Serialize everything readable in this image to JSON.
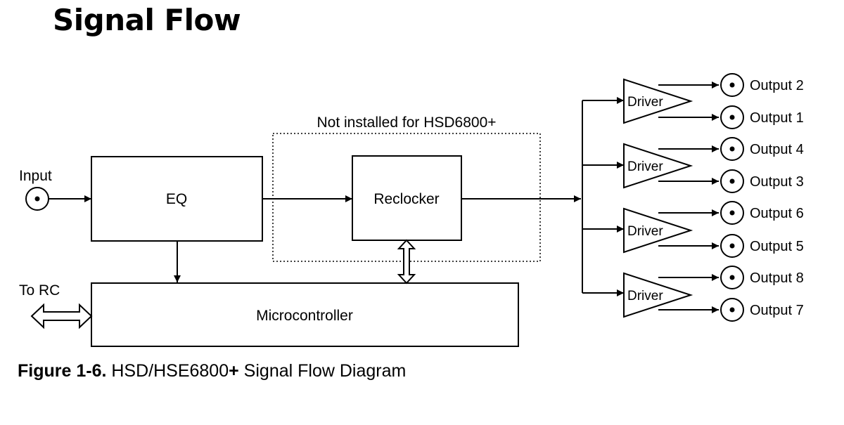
{
  "title": "Signal Flow",
  "blocks": {
    "input_label": "Input",
    "eq": "EQ",
    "reclocker": "Reclocker",
    "not_installed_note": "Not installed for HSD6800+",
    "microcontroller": "Microcontroller",
    "to_rc": "To RC"
  },
  "drivers": [
    {
      "label": "Driver",
      "outputs": [
        "Output 2",
        "Output 1"
      ]
    },
    {
      "label": "Driver",
      "outputs": [
        "Output 4",
        "Output 3"
      ]
    },
    {
      "label": "Driver",
      "outputs": [
        "Output 6",
        "Output 5"
      ]
    },
    {
      "label": "Driver",
      "outputs": [
        "Output 8",
        "Output 7"
      ]
    }
  ],
  "caption": {
    "figure_number": "Figure 1-6.",
    "text": " HSD/HSE6800",
    "plus": "+",
    "suffix": " Signal Flow Diagram"
  }
}
